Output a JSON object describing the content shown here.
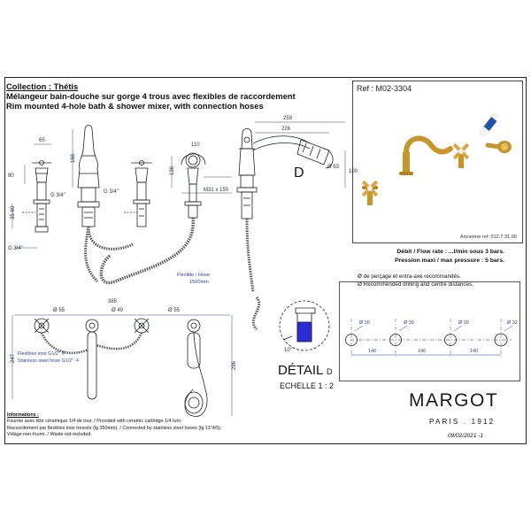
{
  "header": {
    "collection": "Collection : Thétis",
    "title_fr": "Mélangeur bain-douche sur gorge 4 trous avec flexibles de raccordement",
    "title_en": "Rim mounted 4-hole bath & shower mixer, with connection hoses"
  },
  "reference": {
    "ref": "Ref : M02-3304",
    "old_ref": "Ancienne ref: 012.7.31.00"
  },
  "specs": {
    "flow": "Débit / Flow rate : ...l/min sous 3 bars.",
    "pressure": "Pression maxi / max pressure : 5 bars."
  },
  "drilling": {
    "fr": "Ø de perçage et entra-axe recommandés.",
    "en": "Ø Recommended drilling and centre distances.",
    "holes": [
      "Ø 30",
      "Ø 30",
      "Ø 30",
      "Ø 32"
    ],
    "spacings": [
      "140",
      "140",
      "140"
    ]
  },
  "detail": {
    "title": "DÉTAIL",
    "letter": "D",
    "scale": "ECHELLE 1 : 2",
    "angle": "10°"
  },
  "front_view": {
    "dims": {
      "d65": "65",
      "d80": "80",
      "g34a": "G 3/4\"",
      "g34b": "G 3/4\"",
      "g34c": "G 3/4\"",
      "range": "35-60",
      "d166": "166",
      "d138": "138",
      "m31": "M31 x 150",
      "d110": "110",
      "d259": "259",
      "d226": "226",
      "d63": "Ø 63",
      "d100": "100",
      "marker": "D"
    },
    "hose_label": "Flexible / Hose",
    "hose_length": "1500mm"
  },
  "top_view": {
    "dims": {
      "d385": "385",
      "d55a": "Ø 55",
      "d49": "Ø 49",
      "d55b": "Ø 55",
      "d247": "247",
      "d286": "286"
    },
    "hose_fr": "Flexibles inox G1/2\" -F",
    "hose_en": "Stainless steel hose G1/2\" -F"
  },
  "information": {
    "title": "Informations :",
    "line1": "Fournie avec tête céramique 1/4 de tour. / Provided with ceramic cartridge 1/4 turn.",
    "line2": "Raccordement par flexibles inox tressés (lg 350mm). / Connected by stainless steel hoses (lg 13\"4/5).",
    "line3": "Vidage non-fourni. / Waste not-included."
  },
  "brand": {
    "name": "MARGOT",
    "city": "PARIS . 1912",
    "date": "09/02/2021 -1"
  },
  "colors": {
    "line": "#222222",
    "dimension": "#2a3f9e",
    "gold": "#c8952a",
    "detail_fill": "#2a2ad6"
  }
}
